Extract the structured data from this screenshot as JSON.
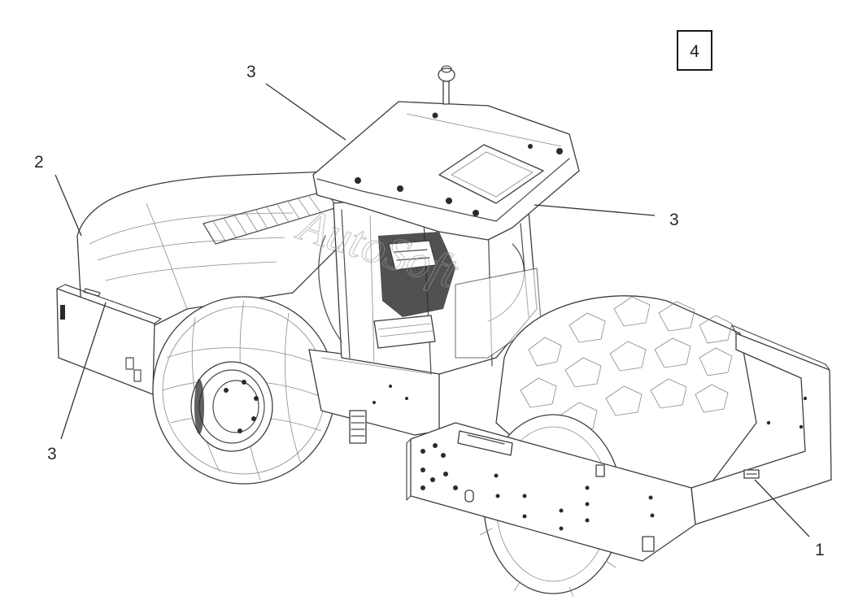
{
  "figure": {
    "figure_number": "4",
    "watermark": "AutoSoft",
    "callouts": [
      {
        "id": "c1",
        "label": "1"
      },
      {
        "id": "c2",
        "label": "2"
      },
      {
        "id": "c3a",
        "label": "3"
      },
      {
        "id": "c3b",
        "label": "3"
      },
      {
        "id": "c3c",
        "label": "3"
      }
    ]
  }
}
